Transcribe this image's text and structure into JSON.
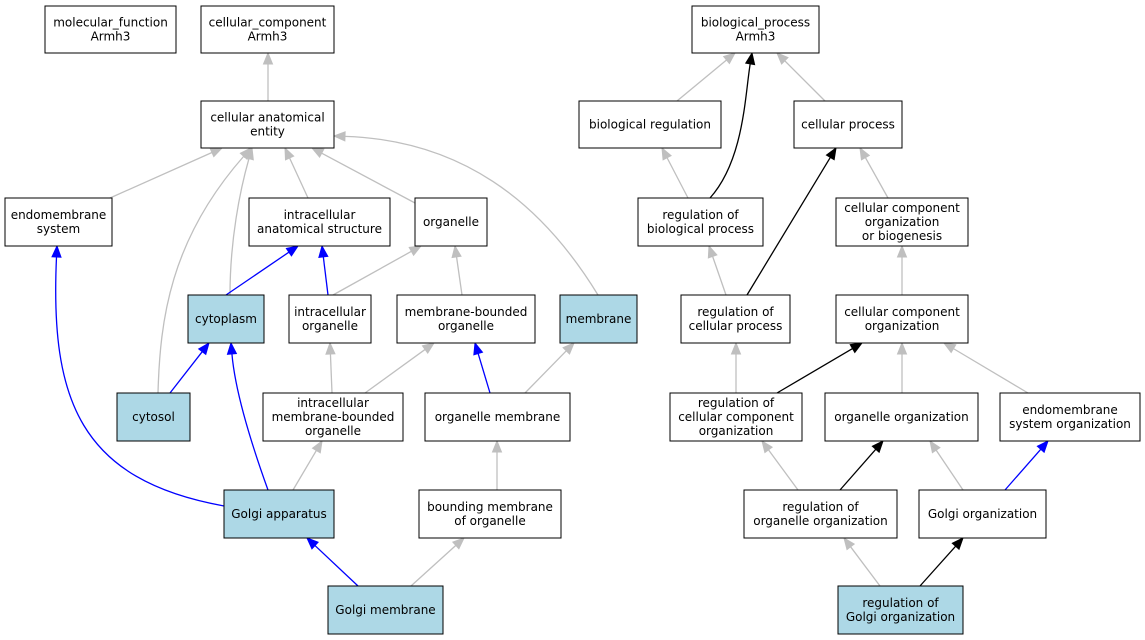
{
  "colors": {
    "highlight_fill": "#add8e6",
    "plain_fill": "#ffffff",
    "edge_gray": "#bfbfbf",
    "edge_black": "#000000",
    "edge_blue": "#0000ff"
  },
  "nodes": [
    {
      "id": "mf",
      "lines": [
        "molecular_function",
        "Armh3"
      ],
      "highlight": false
    },
    {
      "id": "cc",
      "lines": [
        "cellular_component",
        "Armh3"
      ],
      "highlight": false
    },
    {
      "id": "bp",
      "lines": [
        "biological_process",
        "Armh3"
      ],
      "highlight": false
    },
    {
      "id": "cae",
      "lines": [
        "cellular anatomical",
        "entity"
      ],
      "highlight": false
    },
    {
      "id": "breg",
      "lines": [
        "biological regulation"
      ],
      "highlight": false
    },
    {
      "id": "cproc",
      "lines": [
        "cellular process"
      ],
      "highlight": false
    },
    {
      "id": "endo",
      "lines": [
        "endomembrane",
        "system"
      ],
      "highlight": false
    },
    {
      "id": "ias",
      "lines": [
        "intracellular",
        "anatomical structure"
      ],
      "highlight": false
    },
    {
      "id": "organelle",
      "lines": [
        "organelle"
      ],
      "highlight": false
    },
    {
      "id": "regbp",
      "lines": [
        "regulation of",
        "biological process"
      ],
      "highlight": false
    },
    {
      "id": "ccob",
      "lines": [
        "cellular component",
        "organization",
        "or biogenesis"
      ],
      "highlight": false
    },
    {
      "id": "cytoplasm",
      "lines": [
        "cytoplasm"
      ],
      "highlight": true
    },
    {
      "id": "intorg",
      "lines": [
        "intracellular",
        "organelle"
      ],
      "highlight": false
    },
    {
      "id": "mbo",
      "lines": [
        "membrane-bounded",
        "organelle"
      ],
      "highlight": false
    },
    {
      "id": "membrane",
      "lines": [
        "membrane"
      ],
      "highlight": true
    },
    {
      "id": "regcp",
      "lines": [
        "regulation of",
        "cellular process"
      ],
      "highlight": false
    },
    {
      "id": "cco",
      "lines": [
        "cellular component",
        "organization"
      ],
      "highlight": false
    },
    {
      "id": "cytosol",
      "lines": [
        "cytosol"
      ],
      "highlight": true
    },
    {
      "id": "imbo",
      "lines": [
        "intracellular",
        "membrane-bounded",
        "organelle"
      ],
      "highlight": false
    },
    {
      "id": "orgmem",
      "lines": [
        "organelle membrane"
      ],
      "highlight": false
    },
    {
      "id": "regcco",
      "lines": [
        "regulation of",
        "cellular component",
        "organization"
      ],
      "highlight": false
    },
    {
      "id": "orgorg",
      "lines": [
        "organelle organization"
      ],
      "highlight": false
    },
    {
      "id": "endoorg",
      "lines": [
        "endomembrane",
        "system organization"
      ],
      "highlight": false
    },
    {
      "id": "golgi",
      "lines": [
        "Golgi apparatus"
      ],
      "highlight": true
    },
    {
      "id": "bmo",
      "lines": [
        "bounding membrane",
        "of organelle"
      ],
      "highlight": false
    },
    {
      "id": "regoo",
      "lines": [
        "regulation of",
        "organelle organization"
      ],
      "highlight": false
    },
    {
      "id": "golgiorg",
      "lines": [
        "Golgi organization"
      ],
      "highlight": false
    },
    {
      "id": "golgimem",
      "lines": [
        "Golgi membrane"
      ],
      "highlight": true
    },
    {
      "id": "reggo",
      "lines": [
        "regulation of",
        "Golgi organization"
      ],
      "highlight": true
    }
  ],
  "edges": [
    {
      "from": "cae",
      "to": "cc",
      "color": "gray"
    },
    {
      "from": "breg",
      "to": "bp",
      "color": "gray"
    },
    {
      "from": "cproc",
      "to": "bp",
      "color": "gray"
    },
    {
      "from": "regbp",
      "to": "bp",
      "color": "black"
    },
    {
      "from": "endo",
      "to": "cae",
      "color": "gray"
    },
    {
      "from": "ias",
      "to": "cae",
      "color": "gray"
    },
    {
      "from": "organelle",
      "to": "cae",
      "color": "gray"
    },
    {
      "from": "cytoplasm",
      "to": "cae",
      "color": "gray"
    },
    {
      "from": "cytosol",
      "to": "cae",
      "color": "gray"
    },
    {
      "from": "membrane",
      "to": "cae",
      "color": "gray"
    },
    {
      "from": "regbp",
      "to": "breg",
      "color": "gray"
    },
    {
      "from": "ccob",
      "to": "cproc",
      "color": "gray"
    },
    {
      "from": "regcp",
      "to": "cproc",
      "color": "black"
    },
    {
      "from": "cytoplasm",
      "to": "ias",
      "color": "blue"
    },
    {
      "from": "intorg",
      "to": "ias",
      "color": "blue"
    },
    {
      "from": "intorg",
      "to": "organelle",
      "color": "gray"
    },
    {
      "from": "mbo",
      "to": "organelle",
      "color": "gray"
    },
    {
      "from": "regcp",
      "to": "regbp",
      "color": "gray"
    },
    {
      "from": "cco",
      "to": "ccob",
      "color": "gray"
    },
    {
      "from": "cytosol",
      "to": "cytoplasm",
      "color": "blue"
    },
    {
      "from": "golgi",
      "to": "cytoplasm",
      "color": "blue"
    },
    {
      "from": "golgi",
      "to": "endo",
      "color": "blue"
    },
    {
      "from": "imbo",
      "to": "intorg",
      "color": "gray"
    },
    {
      "from": "imbo",
      "to": "mbo",
      "color": "gray"
    },
    {
      "from": "orgmem",
      "to": "mbo",
      "color": "blue"
    },
    {
      "from": "orgmem",
      "to": "membrane",
      "color": "gray"
    },
    {
      "from": "regcco",
      "to": "regcp",
      "color": "gray"
    },
    {
      "from": "regcco",
      "to": "cco",
      "color": "black"
    },
    {
      "from": "orgorg",
      "to": "cco",
      "color": "gray"
    },
    {
      "from": "endoorg",
      "to": "cco",
      "color": "gray"
    },
    {
      "from": "golgi",
      "to": "imbo",
      "color": "gray"
    },
    {
      "from": "bmo",
      "to": "orgmem",
      "color": "gray"
    },
    {
      "from": "regoo",
      "to": "regcco",
      "color": "gray"
    },
    {
      "from": "regoo",
      "to": "orgorg",
      "color": "black"
    },
    {
      "from": "golgiorg",
      "to": "orgorg",
      "color": "gray"
    },
    {
      "from": "golgiorg",
      "to": "endoorg",
      "color": "blue"
    },
    {
      "from": "golgimem",
      "to": "golgi",
      "color": "blue"
    },
    {
      "from": "golgimem",
      "to": "bmo",
      "color": "gray"
    },
    {
      "from": "reggo",
      "to": "regoo",
      "color": "gray"
    },
    {
      "from": "reggo",
      "to": "golgiorg",
      "color": "black"
    }
  ]
}
